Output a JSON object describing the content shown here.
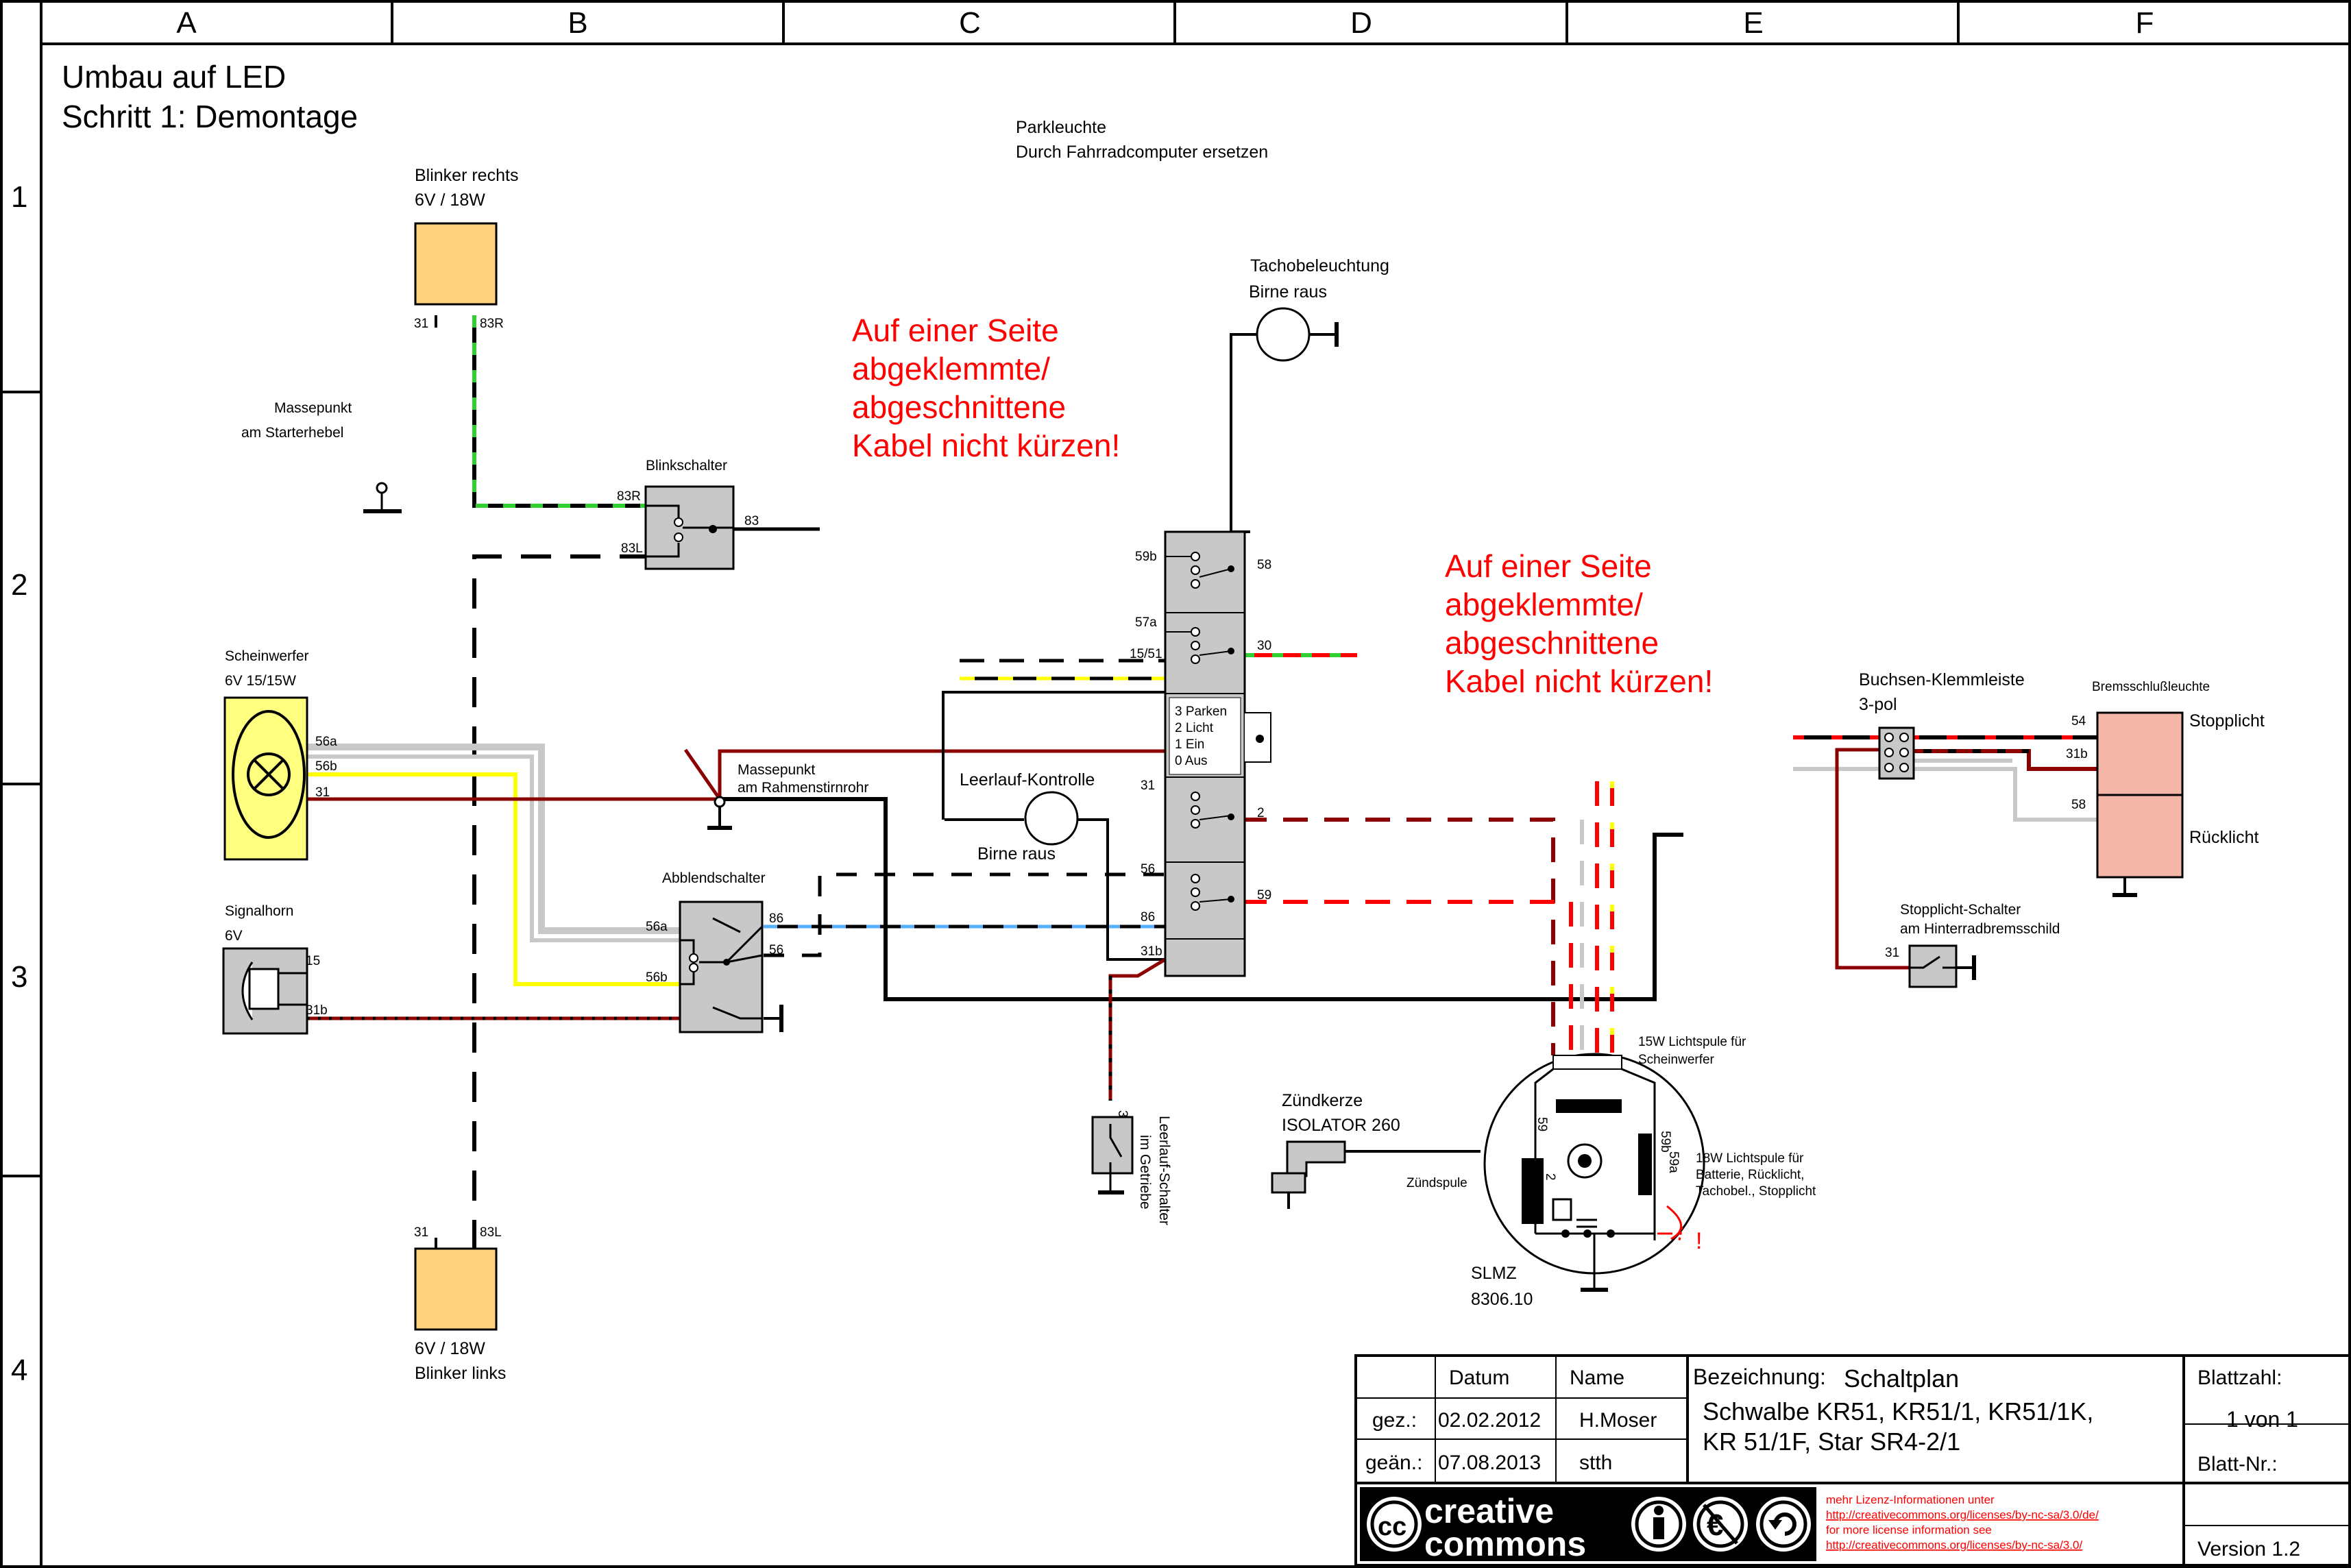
{
  "frame": {
    "columns": [
      "A",
      "B",
      "C",
      "D",
      "E",
      "F"
    ],
    "rows": [
      "1",
      "2",
      "3",
      "4"
    ]
  },
  "title": {
    "line1": "Umbau auf LED",
    "line2": "Schritt 1: Demontage"
  },
  "notes": {
    "parkleuchte": [
      "Parkleuchte",
      "Durch Fahrradcomputer ersetzen"
    ],
    "warning1": [
      "Auf einer Seite",
      "abgeklemmte/",
      "abgeschnittene",
      "Kabel nicht kürzen!"
    ],
    "warning2": [
      "Auf einer Seite",
      "abgeklemmte/",
      "abgeschnittene",
      "Kabel nicht kürzen!"
    ]
  },
  "components": {
    "blinker_rechts": {
      "name": "Blinker rechts",
      "spec": "6V / 18W",
      "pin_a": "31",
      "pin_b": "83R"
    },
    "blinker_links": {
      "name": "Blinker links",
      "spec": "6V / 18W",
      "pin_a": "31",
      "pin_b": "83L"
    },
    "massepunkt_starter": {
      "line1": "Massepunkt",
      "line2": "am Starterhebel"
    },
    "blinkschalter": {
      "name": "Blinkschalter",
      "pin_in_top": "83R",
      "pin_in_bot": "83L",
      "pin_out": "83"
    },
    "scheinwerfer": {
      "name": "Scheinwerfer",
      "spec": "6V 15/15W",
      "pins": [
        "56a",
        "56b",
        "31"
      ]
    },
    "signalhorn": {
      "name": "Signalhorn",
      "spec": "6V",
      "pins": [
        "15",
        "31b"
      ]
    },
    "massepunkt_rahmen": {
      "line1": "Massepunkt",
      "line2": "am Rahmenstirnrohr"
    },
    "abblendschalter": {
      "name": "Abblendschalter",
      "pins_left": [
        "56a",
        "56b"
      ],
      "pins_right": [
        "86",
        "56"
      ]
    },
    "leerlauf_kontrolle": {
      "name": "Leerlauf-Kontrolle",
      "note": "Birne raus"
    },
    "tachobeleuchtung": {
      "name": "Tachobeleuchtung",
      "note": "Birne raus"
    },
    "zuendschloss": {
      "pins_left": [
        "59b",
        "57a",
        "15/51",
        "31",
        "56",
        "86",
        "31b"
      ],
      "pins_right": [
        "58",
        "30",
        "2",
        "59"
      ],
      "positions": [
        "3 Parken",
        "2 Licht",
        "1 Ein",
        "0 Aus"
      ]
    },
    "leerlauf_schalter": {
      "name_line1": "Leerlauf-Schalter",
      "name_line2": "im Getriebe",
      "pin": "31"
    },
    "zuendkerze": {
      "name": "Zündkerze",
      "spec": "ISOLATOR 260"
    },
    "slmz": {
      "name": "SLMZ",
      "number": "8306.10",
      "zuendspule": "Zündspule",
      "coil15w": [
        "15W Lichtspule für",
        "Scheinwerfer"
      ],
      "coil18w": [
        "18W Lichtspule für",
        "Batterie, Rücklicht,",
        "Tachobel., Stopplicht"
      ],
      "pins": [
        "59",
        "2",
        "59b",
        "59a"
      ],
      "warn": "!"
    },
    "buchsen": {
      "name": "Buchsen-Klemmleiste",
      "spec": "3-pol"
    },
    "bremsschluss": {
      "name": "Bremsschlußleuchte",
      "stop": "Stopplicht",
      "rueck": "Rücklicht",
      "pins": [
        "54",
        "31b",
        "58"
      ]
    },
    "stopplicht_schalter": {
      "line1": "Stopplicht-Schalter",
      "line2": "am Hinterradbremsschild",
      "pin": "31"
    }
  },
  "titleblock": {
    "h_datum": "Datum",
    "h_name": "Name",
    "gez_label": "gez.:",
    "gez_date": "02.02.2012",
    "gez_name": "H.Moser",
    "gean_label": "geän.:",
    "gean_date": "07.08.2013",
    "gean_name": "stth",
    "bez_label": "Bezeichnung:",
    "bez_value": "Schaltplan",
    "desc1": "Schwalbe KR51, KR51/1, KR51/1K,",
    "desc2": "KR 51/1F, Star SR4-2/1",
    "blattzahl_label": "Blattzahl:",
    "blattzahl_value": "1 von 1",
    "blattnr_label": "Blatt-Nr.:",
    "version": "Version 1.2",
    "cc_logo_top": "creative",
    "cc_logo_bottom": "commons",
    "license": [
      "mehr Lizenz-Informationen unter",
      "http://creativecommons.org/licenses/by-nc-sa/3.0/de/",
      "for more license information see",
      "http://creativecommons.org/licenses/by-nc-sa/3.0/"
    ]
  },
  "colors": {
    "red": "#ff0000",
    "darkred": "#8b0000",
    "lamp": "#ffd27f",
    "grey": "#c8c8c8",
    "pink": "#f5b8a8",
    "yellow": "#ffff00"
  }
}
